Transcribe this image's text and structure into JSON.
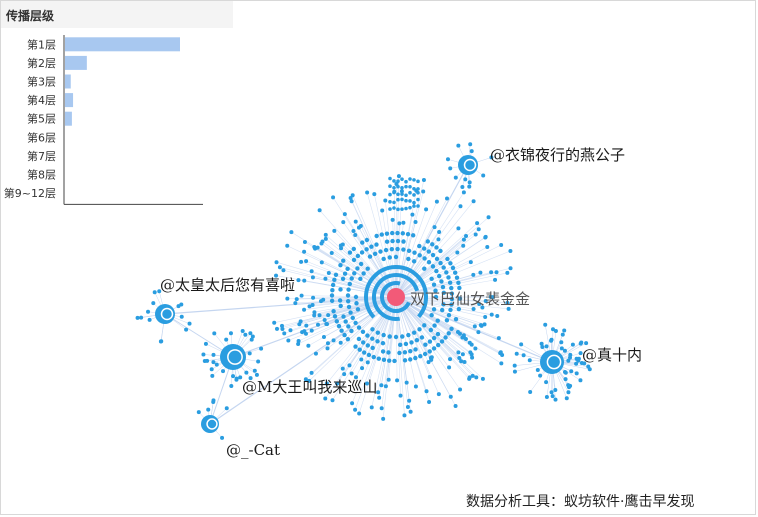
{
  "panel": {
    "title": "传播层级"
  },
  "chart_data": {
    "type": "bar",
    "orientation": "horizontal",
    "categories": [
      "第1层",
      "第2层",
      "第3层",
      "第4层",
      "第5层",
      "第6层",
      "第7层",
      "第8层",
      "第9~12层"
    ],
    "values": [
      100,
      19,
      5,
      7,
      6,
      0,
      0,
      0,
      0
    ],
    "xlim": [
      0,
      120
    ],
    "bar_color": "#a8c8f0"
  },
  "network": {
    "center_label": "双下巴仙女裴金金",
    "nodes": [
      {
        "label": "@衣锦夜行的燕公子"
      },
      {
        "label": "@太皇太后您有喜啦"
      },
      {
        "label": "@M大王叫我来巡山"
      },
      {
        "label": "@真十内"
      },
      {
        "label": "@_-Cat"
      }
    ],
    "node_color": "#2a9de0",
    "center_color": "#f25a78",
    "edge_color": "#c5d6f0"
  },
  "footer": {
    "text": "数据分析工具：蚁坊软件·鹰击早发现"
  }
}
